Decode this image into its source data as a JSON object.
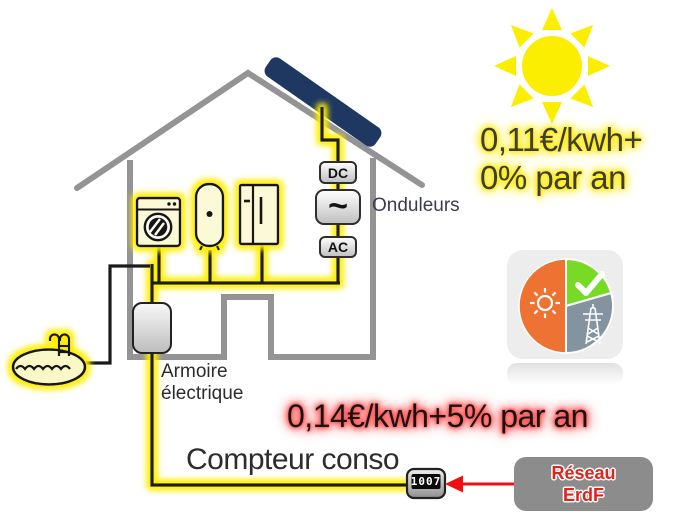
{
  "solar_offer": {
    "price_line1": "0,11€/kwh+",
    "price_line2": "0% par an"
  },
  "grid_offer": {
    "price": "0,14€/kwh+5% par an"
  },
  "inverter": {
    "label": "Onduleurs",
    "dc": "DC",
    "symbol": "~",
    "ac": "AC"
  },
  "cabinet": {
    "line1": "Armoire",
    "line2": "électrique"
  },
  "meter": {
    "label": "Compteur conso",
    "value": "1007"
  },
  "grid_network": {
    "line1": "Réseau",
    "line2": "ErdF"
  },
  "icons": {
    "sun": "sun-icon",
    "solar_panel": "solar-panel-icon",
    "house": "house-icon",
    "washing_machine": "washing-machine-icon",
    "water_heater": "water-heater-icon",
    "fridge": "fridge-icon",
    "pool": "pool-icon",
    "energy_mix_pie": "energy-mix-pie-icon",
    "check": "check-icon",
    "pylon": "pylon-icon",
    "sun_glyph": "sun-glyph-icon",
    "arrow": "arrow-left-icon"
  },
  "colors": {
    "sun_yellow": "#FBEE00",
    "glow_yellow": "#FFEE00",
    "panel_navy": "#1E3862",
    "wall_gray": "#949494",
    "wire_black": "#1A1A1A",
    "price_glow_yellow": "#FFE800",
    "price_glow_red": "#FF4545",
    "network_red": "#DF241B",
    "network_box_gray": "#8C8C8C",
    "arrow_red": "#EE1010",
    "pie_orange": "#EE7231",
    "pie_green": "#77DB25",
    "pie_gray": "#8493A0"
  }
}
